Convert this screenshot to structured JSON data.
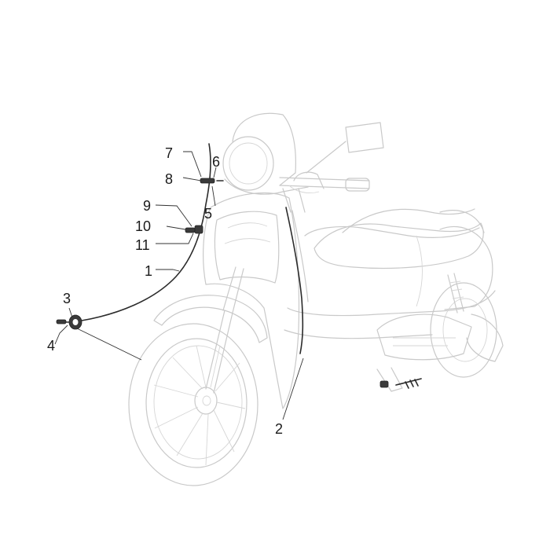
{
  "callouts": {
    "c1": "1",
    "c2": "2",
    "c3": "3",
    "c4": "4",
    "c5": "5",
    "c6": "6",
    "c7": "7",
    "c8": "8",
    "c9": "9",
    "c10": "10",
    "c11": "11"
  },
  "colors": {
    "background": "#ffffff",
    "ghost_outline": "#c9c9c9",
    "highlighted_part": "#2b2b2b",
    "callout_text": "#1a1a1a"
  }
}
